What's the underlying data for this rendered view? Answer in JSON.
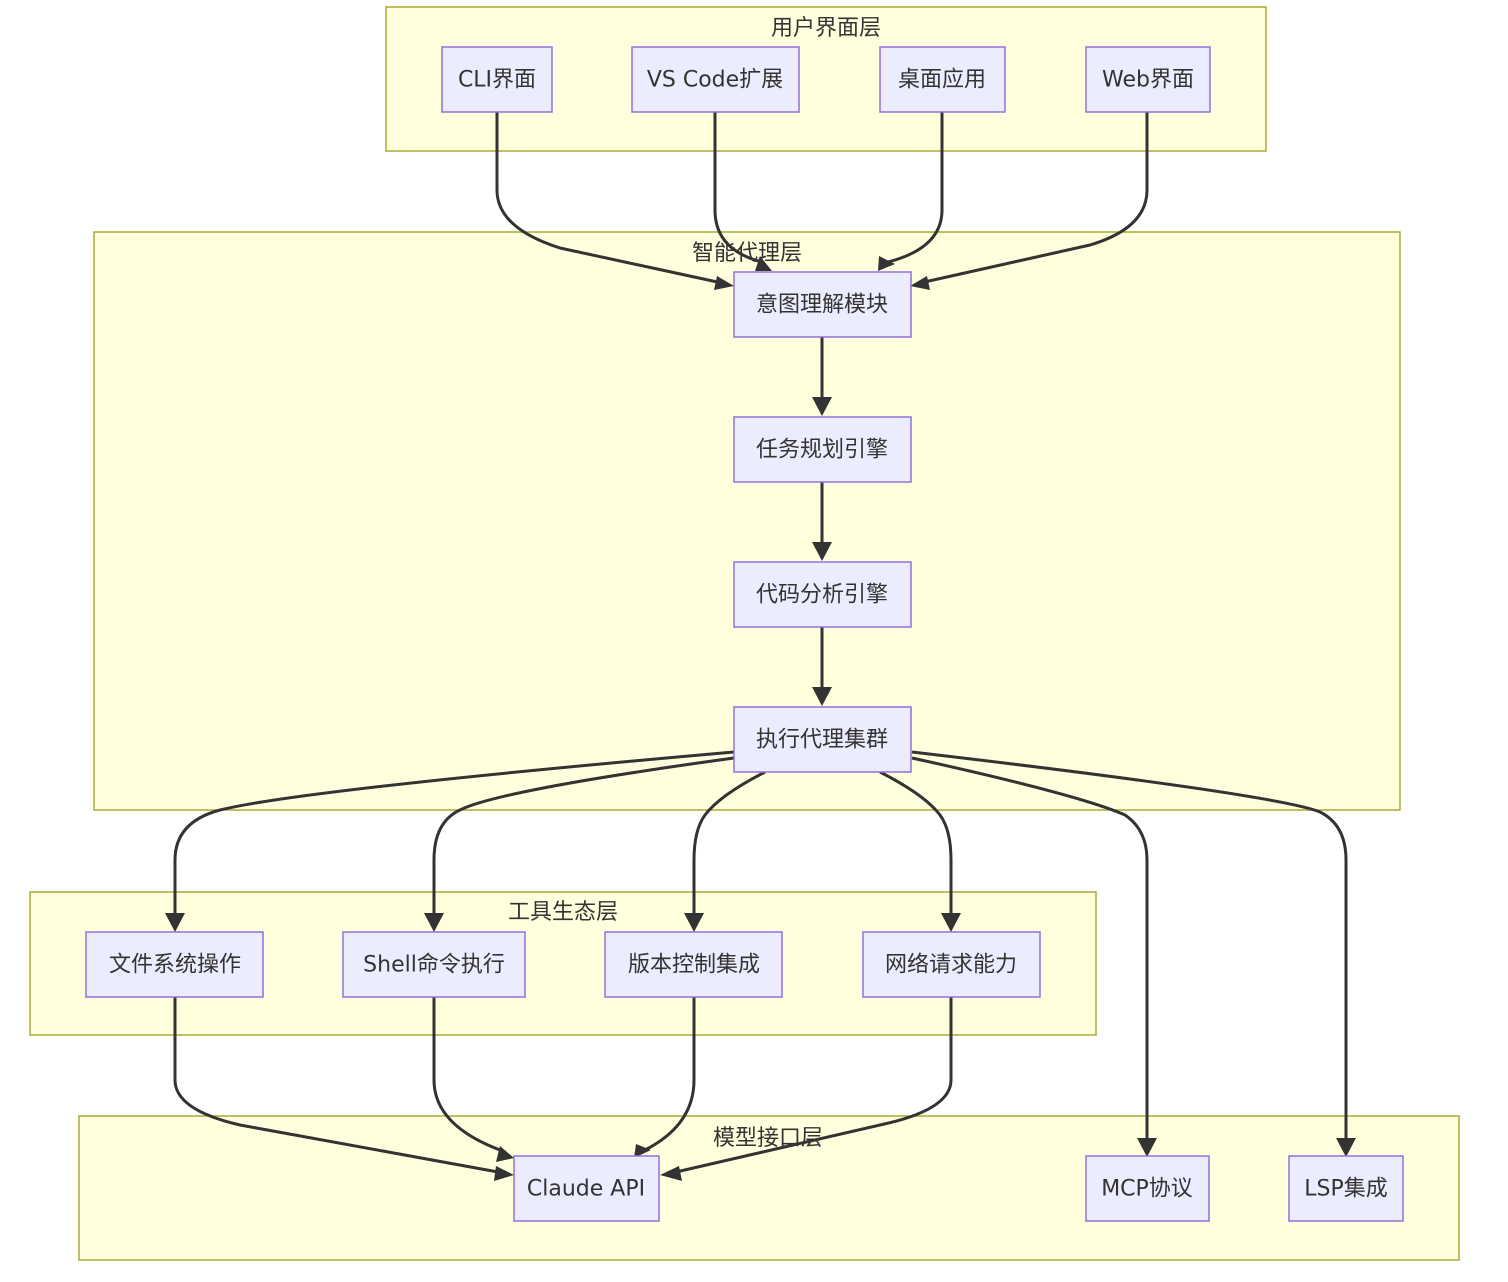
{
  "diagram": {
    "type": "flowchart",
    "colors": {
      "cluster_fill": "#ffffde",
      "cluster_stroke": "#aaaa33",
      "node_fill": "#ececff",
      "node_stroke": "#9370db",
      "edge": "#333333",
      "text": "#333333"
    },
    "clusters": {
      "ui": {
        "label": "用户界面层"
      },
      "agent": {
        "label": "智能代理层"
      },
      "tools": {
        "label": "工具生态层"
      },
      "model": {
        "label": "模型接口层"
      }
    },
    "nodes": {
      "cli": {
        "label": "CLI界面"
      },
      "vscode": {
        "label": "VS Code扩展"
      },
      "desktop": {
        "label": "桌面应用"
      },
      "web": {
        "label": "Web界面"
      },
      "intent": {
        "label": "意图理解模块"
      },
      "planner": {
        "label": "任务规划引擎"
      },
      "analyzer": {
        "label": "代码分析引擎"
      },
      "executor": {
        "label": "执行代理集群"
      },
      "fs": {
        "label": "文件系统操作"
      },
      "shell": {
        "label": "Shell命令执行"
      },
      "vcs": {
        "label": "版本控制集成"
      },
      "network": {
        "label": "网络请求能力"
      },
      "claude": {
        "label": "Claude API"
      },
      "mcp": {
        "label": "MCP协议"
      },
      "lsp": {
        "label": "LSP集成"
      }
    },
    "edges": [
      {
        "from": "cli",
        "to": "intent"
      },
      {
        "from": "vscode",
        "to": "intent"
      },
      {
        "from": "desktop",
        "to": "intent"
      },
      {
        "from": "web",
        "to": "intent"
      },
      {
        "from": "intent",
        "to": "planner"
      },
      {
        "from": "planner",
        "to": "analyzer"
      },
      {
        "from": "analyzer",
        "to": "executor"
      },
      {
        "from": "executor",
        "to": "fs"
      },
      {
        "from": "executor",
        "to": "shell"
      },
      {
        "from": "executor",
        "to": "vcs"
      },
      {
        "from": "executor",
        "to": "network"
      },
      {
        "from": "executor",
        "to": "mcp"
      },
      {
        "from": "executor",
        "to": "lsp"
      },
      {
        "from": "fs",
        "to": "claude"
      },
      {
        "from": "shell",
        "to": "claude"
      },
      {
        "from": "vcs",
        "to": "claude"
      },
      {
        "from": "network",
        "to": "claude"
      }
    ]
  }
}
